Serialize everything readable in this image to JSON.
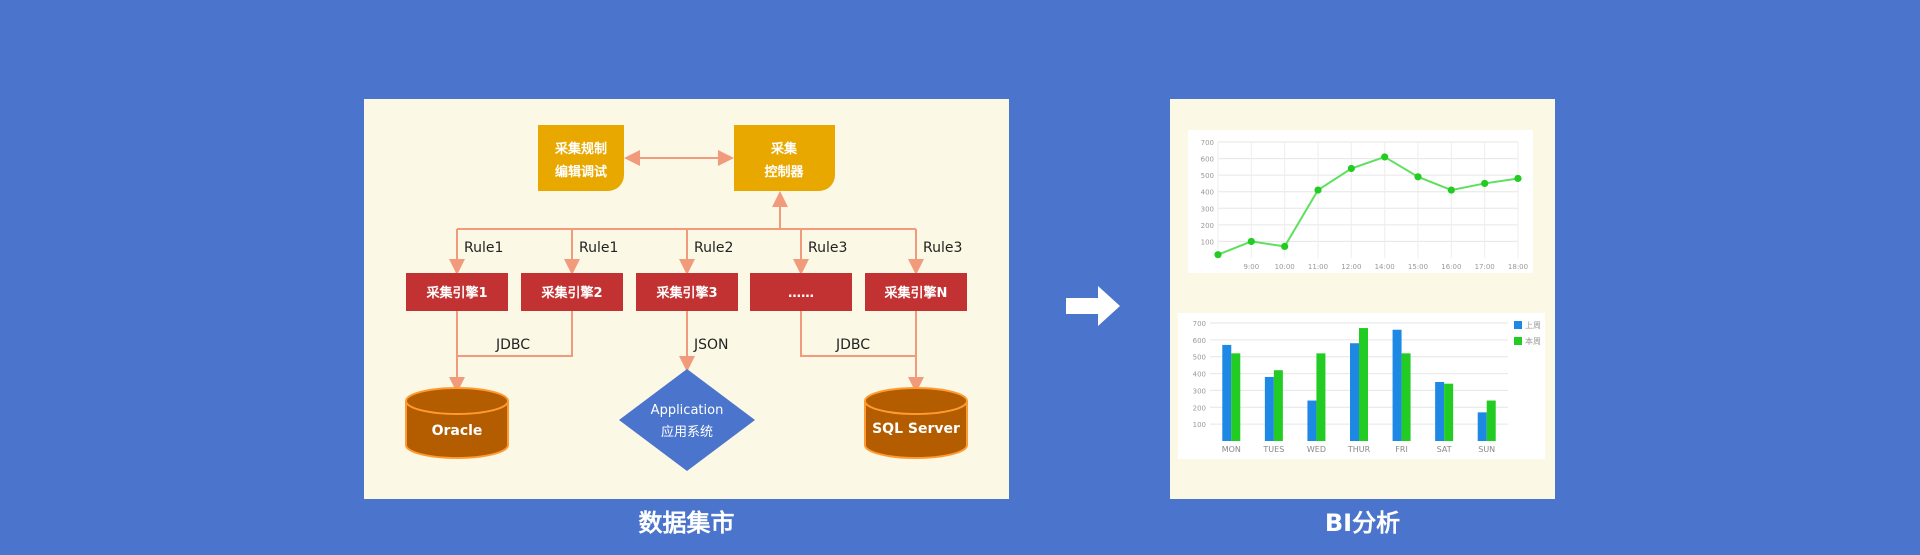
{
  "left_caption": "数据集市",
  "right_caption": "BI分析",
  "diagram": {
    "editor_line1": "采集规制",
    "editor_line2": "编辑调试",
    "controller_line1": "采集",
    "controller_line2": "控制器",
    "rules": [
      "Rule1",
      "Rule1",
      "Rule2",
      "Rule3",
      "Rule3"
    ],
    "engines": [
      "采集引擎1",
      "采集引擎2",
      "采集引擎3",
      "……",
      "采集引擎N"
    ],
    "link_jdbc_left": "JDBC",
    "link_json": "JSON",
    "link_jdbc_right": "JDBC",
    "oracle": "Oracle",
    "app_line1": "Application",
    "app_line2": "应用系统",
    "sqlserver": "SQL Server",
    "colors": {
      "yellow": "#e8a800",
      "red": "#c23232",
      "orange": "#b35c00",
      "blue": "#4b75cc",
      "connector": "#f29a7c"
    }
  },
  "chart_data": [
    {
      "type": "line",
      "x": [
        "9:00",
        "10:00",
        "11:00",
        "12:00",
        "14:00",
        "15:00",
        "16:00",
        "17:00",
        "18:00"
      ],
      "y_axis_ticks": [
        100,
        200,
        300,
        400,
        500,
        600,
        700
      ],
      "series": [
        {
          "values": [
            20,
            100,
            70,
            410,
            540,
            610,
            490,
            410,
            450,
            480
          ]
        }
      ],
      "ylim": [
        0,
        700
      ],
      "grid": true,
      "color": "#2ecc40"
    },
    {
      "type": "bar",
      "categories": [
        "MON",
        "TUES",
        "WED",
        "THUR",
        "FRI",
        "SAT",
        "SUN"
      ],
      "y_axis_ticks": [
        100,
        200,
        300,
        400,
        500,
        600,
        700
      ],
      "series": [
        {
          "name": "上周",
          "values": [
            570,
            380,
            240,
            580,
            660,
            350,
            170
          ],
          "color": "#1e88e5"
        },
        {
          "name": "本周",
          "values": [
            520,
            420,
            520,
            670,
            520,
            340,
            240
          ],
          "color": "#22cc22"
        }
      ],
      "ylim": [
        0,
        700
      ],
      "legend": "top-right",
      "grid": true
    }
  ]
}
